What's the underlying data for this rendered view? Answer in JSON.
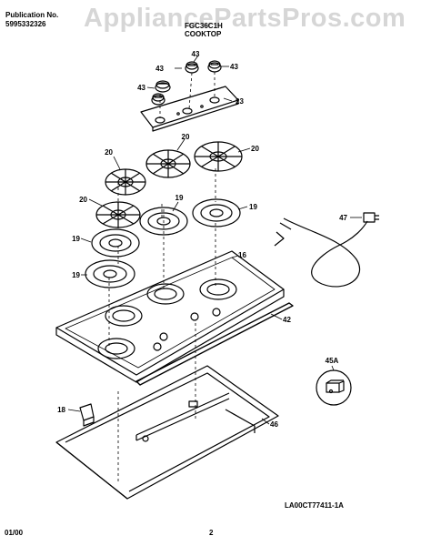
{
  "header": {
    "publication_label": "Publication No.",
    "publication_number": "5995332326",
    "model": "FGC36C1H",
    "section": "COOKTOP"
  },
  "watermark": "AppliancePartsPros.com",
  "callouts": {
    "p16": "16",
    "p18": "18",
    "p19a": "19",
    "p19b": "19",
    "p19c": "19",
    "p19d": "19",
    "p20a": "20",
    "p20b": "20",
    "p20c": "20",
    "p20d": "20",
    "p23": "23",
    "p42": "42",
    "p43a": "43",
    "p43b": "43",
    "p43c": "43",
    "p43d": "43",
    "p45a": "45A",
    "p46": "46",
    "p47": "47"
  },
  "footer": {
    "date": "01/00",
    "page": "2",
    "diagram_code": "LA00CT77411-1A"
  }
}
